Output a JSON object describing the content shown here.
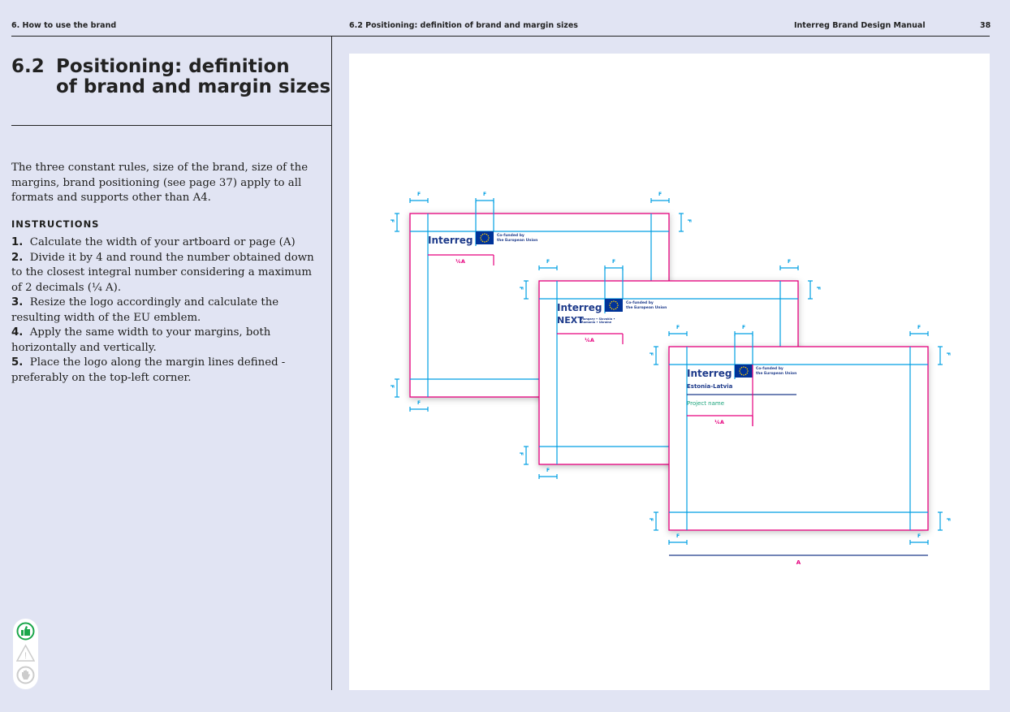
{
  "header": {
    "section": "6.    How to use the brand",
    "subsection": "6.2  Positioning: definition of brand and margin sizes",
    "manual": "Interreg Brand Design Manual",
    "page": "38"
  },
  "title": {
    "number": "6.2",
    "line1": "Positioning: definition",
    "line2": "of brand and margin sizes"
  },
  "intro": "The three constant rules, size of the brand, size of the margins, brand positioning (see page 37) apply to all formats and supports other than A4.",
  "instructions": {
    "heading": "INSTRUCTIONS",
    "steps": [
      {
        "n": "1.",
        "text": "Calculate the width of your artboard or page (A)"
      },
      {
        "n": "2.",
        "text": "Divide it by 4 and round the number obtained down to the closest integral number considering a maximum of 2 decimals (¼ A)."
      },
      {
        "n": "3.",
        "text": "Resize the logo accordingly and calculate the resulting width of the EU emblem."
      },
      {
        "n": "4.",
        "text": "Apply the same width to your margins, both horizontally and vertically."
      },
      {
        "n": "5.",
        "text": "Place the logo along the margin lines defined - preferably on the top-left corner."
      }
    ]
  },
  "diagram": {
    "margin_label": "F",
    "quarter_label": "¼A",
    "width_label": "A",
    "logo_word": "Interreg",
    "cofunded_line1": "Co-funded by",
    "cofunded_line2": "the European Union",
    "next_word": "NEXT",
    "next_countries1": "Hungary • Slovakia •",
    "next_countries2": "Romania • Ukraine",
    "programme": "Estonia-Latvia",
    "project": "Project name"
  },
  "colors": {
    "magenta": "#e6007e",
    "cyan": "#009fe3",
    "navy": "#1e3b8b",
    "green": "#1aa37a",
    "eu_blue": "#003399",
    "eu_yellow": "#ffcc00"
  },
  "feedback": {
    "icons": [
      "thumbs-up-icon",
      "warning-icon",
      "stop-hand-icon"
    ]
  }
}
